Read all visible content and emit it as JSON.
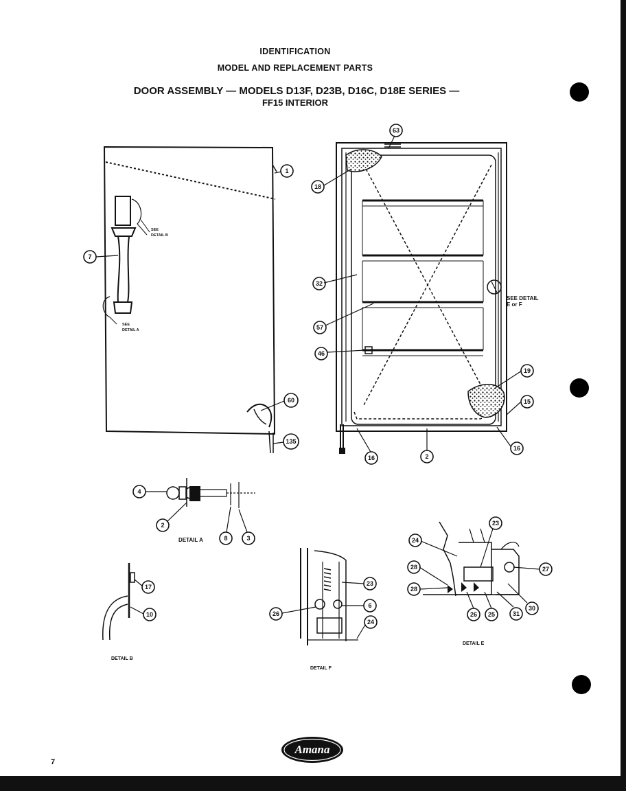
{
  "header": {
    "line1": "IDENTIFICATION",
    "line2": "MODEL AND REPLACEMENT PARTS",
    "line3": "DOOR ASSEMBLY — MODELS D13F, D23B, D16C, D18E SERIES —",
    "line4": "FF15 INTERIOR"
  },
  "callouts": {
    "c1": "1",
    "c7": "7",
    "c60": "60",
    "c135": "135",
    "c63": "63",
    "c18": "18",
    "c32": "32",
    "c57": "57",
    "c46": "46",
    "c19": "19",
    "c15": "15",
    "c16a": "16",
    "c16b": "16",
    "c2": "2",
    "a4": "4",
    "a2": "2",
    "a8": "8",
    "a3": "3",
    "b17": "17",
    "b10": "10",
    "f23": "23",
    "f26": "26",
    "f6": "6",
    "f24": "24",
    "e24": "24",
    "e23": "23",
    "e27": "27",
    "e28a": "28",
    "e28b": "28",
    "e26": "26",
    "e25": "25",
    "e31": "31",
    "e30": "30"
  },
  "annotations": {
    "see_detail_b_line1": "SEE",
    "see_detail_b_line2": "DETAIL B",
    "see_detail_a_line1": "SEE",
    "see_detail_a_line2": "DETAIL A",
    "see_detail_ef_line1": "SEE DETAIL",
    "see_detail_ef_line2": "E or F"
  },
  "detail_labels": {
    "a": "DETAIL A",
    "b": "DETAIL B",
    "f": "DETAIL F",
    "e": "DETAIL E"
  },
  "logo_text": "Amana",
  "page_number": "7"
}
